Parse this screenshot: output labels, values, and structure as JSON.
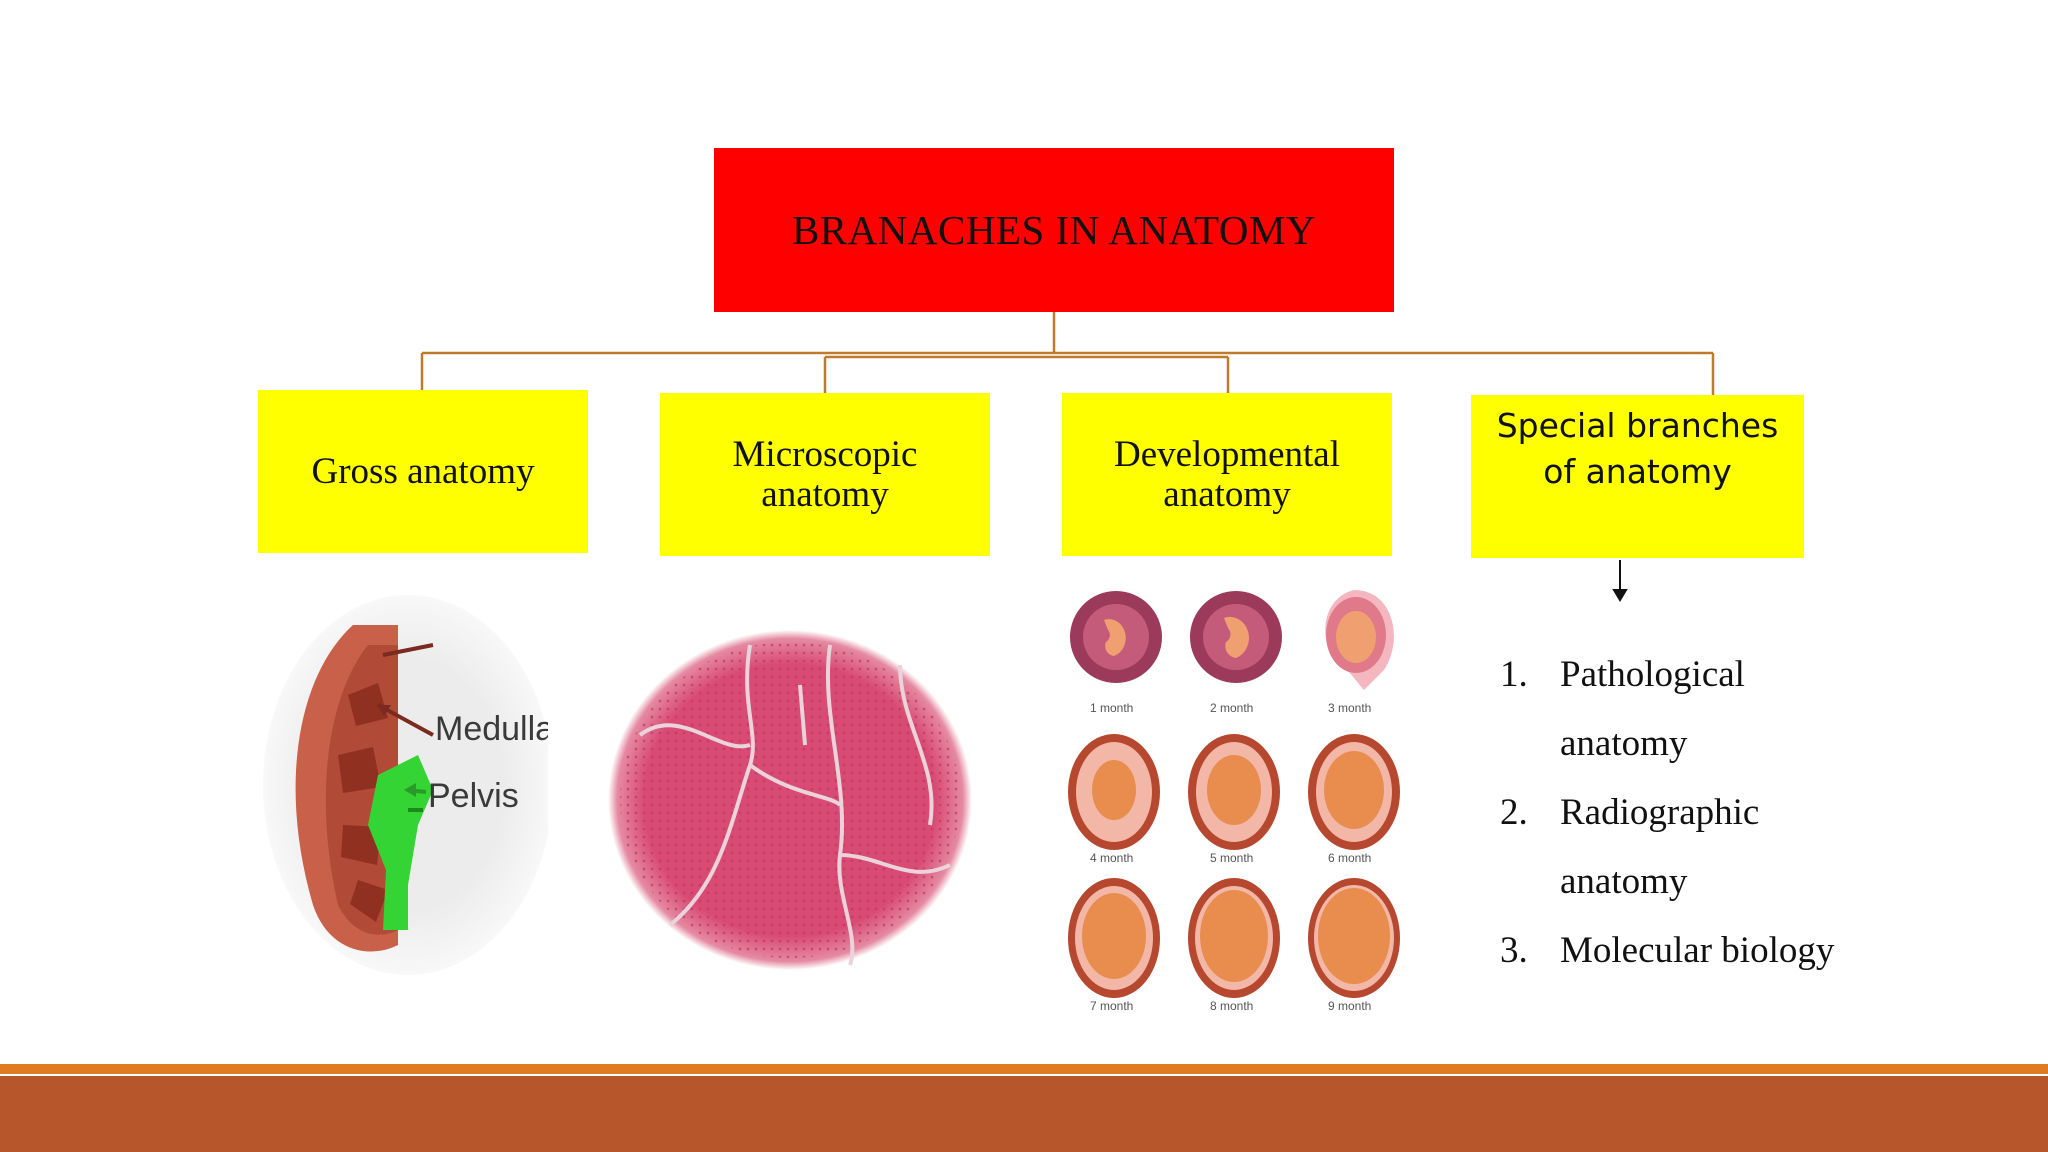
{
  "root": {
    "label": "BRANACHES IN ANATOMY"
  },
  "branches": [
    {
      "label": "Gross anatomy"
    },
    {
      "label": "Microscopic anatomy"
    },
    {
      "label": "Developmental anatomy"
    },
    {
      "label": "Special branches of anatomy"
    }
  ],
  "special_list": [
    {
      "num": "1.",
      "lines": [
        "Pathological",
        "anatomy"
      ]
    },
    {
      "num": "2.",
      "lines": [
        "Radiographic",
        "anatomy"
      ]
    },
    {
      "num": "3.",
      "lines": [
        "Molecular biology"
      ]
    }
  ],
  "kidney_labels": {
    "medulla": "Medulla",
    "pelvis": "Pelvis"
  },
  "months": [
    "1 month",
    "2 month",
    "3 month",
    "4 month",
    "5 month",
    "6 month",
    "7 month",
    "8 month",
    "9 month"
  ],
  "colors": {
    "root": "#ff0000",
    "branch": "#ffff00",
    "connector": "#c07a2c",
    "footer": "#b7552b",
    "footer_accent": "#e07b22"
  }
}
